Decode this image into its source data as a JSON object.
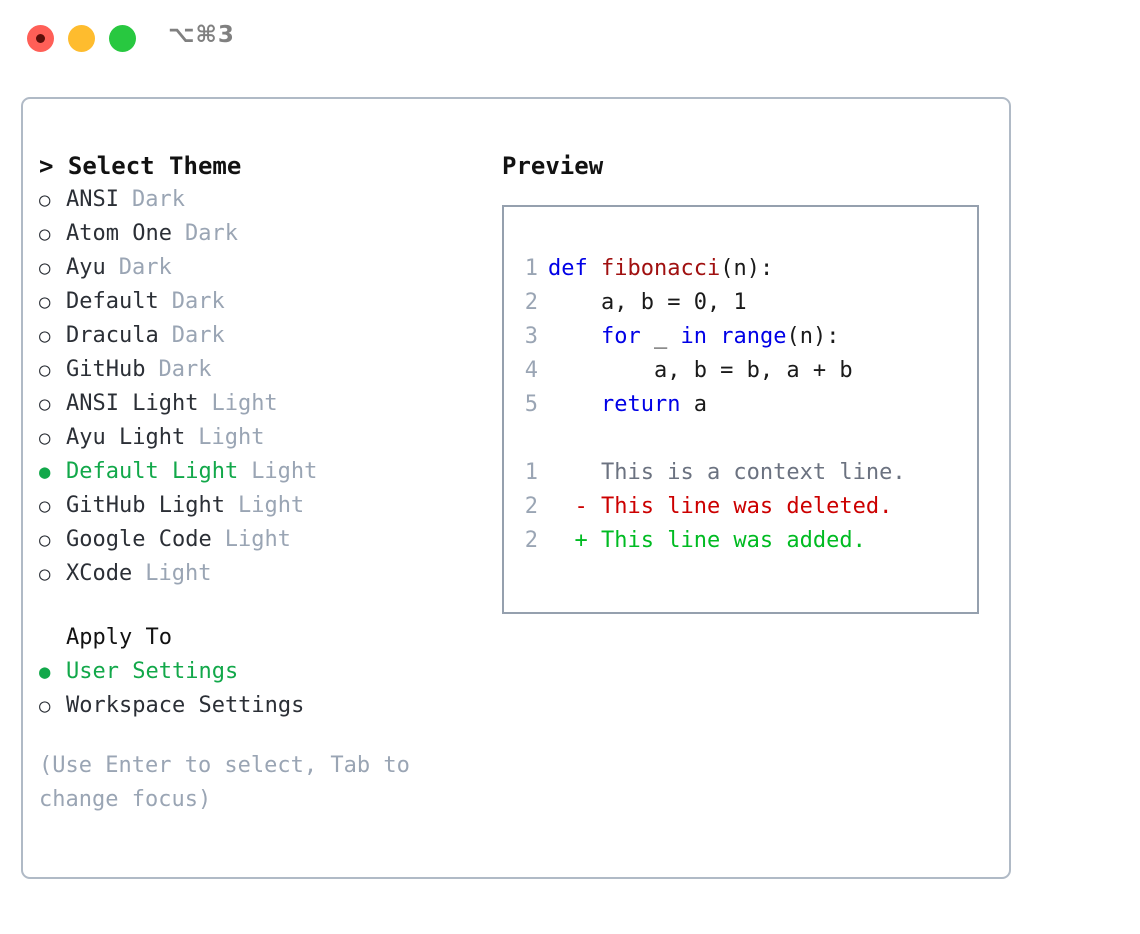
{
  "titlebar": {
    "shortcut": "⌥⌘3",
    "buttons": [
      {
        "name": "close",
        "color": "#ff5f57"
      },
      {
        "name": "minimize",
        "color": "#febc2e"
      },
      {
        "name": "zoom",
        "color": "#28c840"
      }
    ]
  },
  "theme_picker": {
    "header": "> Select Theme",
    "themes": [
      {
        "marker": "○",
        "label": "ANSI",
        "kind": "Dark",
        "selected": false
      },
      {
        "marker": "○",
        "label": "Atom One",
        "kind": "Dark",
        "selected": false
      },
      {
        "marker": "○",
        "label": "Ayu",
        "kind": "Dark",
        "selected": false
      },
      {
        "marker": "○",
        "label": "Default",
        "kind": "Dark",
        "selected": false
      },
      {
        "marker": "○",
        "label": "Dracula",
        "kind": "Dark",
        "selected": false
      },
      {
        "marker": "○",
        "label": "GitHub",
        "kind": "Dark",
        "selected": false
      },
      {
        "marker": "○",
        "label": "ANSI Light",
        "kind": "Light",
        "selected": false
      },
      {
        "marker": "○",
        "label": "Ayu Light",
        "kind": "Light",
        "selected": false
      },
      {
        "marker": "●",
        "label": "Default Light",
        "kind": "Light",
        "selected": true
      },
      {
        "marker": "○",
        "label": "GitHub Light",
        "kind": "Light",
        "selected": false
      },
      {
        "marker": "○",
        "label": "Google Code",
        "kind": "Light",
        "selected": false
      },
      {
        "marker": "○",
        "label": "XCode",
        "kind": "Light",
        "selected": false
      }
    ],
    "apply_to": {
      "title": "Apply To",
      "options": [
        {
          "marker": "●",
          "label": "User Settings",
          "selected": true
        },
        {
          "marker": "○",
          "label": "Workspace Settings",
          "selected": false
        }
      ]
    },
    "hint": "(Use Enter to select, Tab to change focus)"
  },
  "preview": {
    "header": "Preview",
    "code": [
      {
        "no": "1",
        "tokens": [
          {
            "t": "def ",
            "c": "kw"
          },
          {
            "t": "fibonacci",
            "c": "fn"
          },
          {
            "t": "(n):",
            "c": "pl"
          }
        ]
      },
      {
        "no": "2",
        "tokens": [
          {
            "t": "    a, b = 0, 1",
            "c": "pl"
          }
        ]
      },
      {
        "no": "3",
        "tokens": [
          {
            "t": "    ",
            "c": "pl"
          },
          {
            "t": "for",
            "c": "kw"
          },
          {
            "t": " _ ",
            "c": "pl"
          },
          {
            "t": "in",
            "c": "kw"
          },
          {
            "t": " ",
            "c": "pl"
          },
          {
            "t": "range",
            "c": "kw"
          },
          {
            "t": "(n):",
            "c": "pl"
          }
        ]
      },
      {
        "no": "4",
        "tokens": [
          {
            "t": "        a, b = b, a + b",
            "c": "pl"
          }
        ]
      },
      {
        "no": "5",
        "tokens": [
          {
            "t": "    ",
            "c": "pl"
          },
          {
            "t": "return",
            "c": "kw"
          },
          {
            "t": " a",
            "c": "pl"
          }
        ]
      }
    ],
    "diff": [
      {
        "no": "1",
        "sign": " ",
        "text": "This is a context line.",
        "kind": "context"
      },
      {
        "no": "2",
        "sign": "-",
        "text": "This line was deleted.",
        "kind": "deleted"
      },
      {
        "no": "2",
        "sign": "+",
        "text": "This line was added.",
        "kind": "added"
      }
    ]
  },
  "colors": {
    "accent_green": "#12a84a",
    "muted": "#9aa5b4",
    "keyword_blue": "#0000e6",
    "function_red": "#a01010",
    "diff_deleted": "#cc0000",
    "diff_added": "#00bb22",
    "border": "#b0bac6",
    "preview_border": "#95a0ae"
  }
}
